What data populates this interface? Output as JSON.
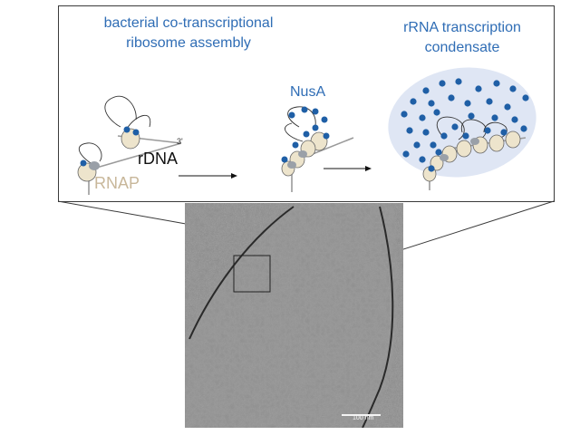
{
  "labels": {
    "left_title_line1": "bacterial co-transcriptional",
    "left_title_line2": "ribosome assembly",
    "right_title_line1": "rRNA transcription",
    "right_title_line2": "condensate",
    "nusa": "NusA",
    "rdna": "rDNA",
    "three_prime": "3'",
    "rnap": "RNAP",
    "scale_bar": "100 nm"
  },
  "colors": {
    "title_blue": "#2f6db5",
    "nusa_dot": "#1f5fa6",
    "rnap_fill": "#ede4cc",
    "condensate": "#dfe6f4",
    "micrograph_bg": "#8a8a8a",
    "membrane": "#2a2a2a"
  },
  "icons": [
    "rnap-complex-icon",
    "nusa-dot-icon",
    "arrow-right-icon",
    "condensate-blob-icon",
    "zoom-box-icon"
  ]
}
